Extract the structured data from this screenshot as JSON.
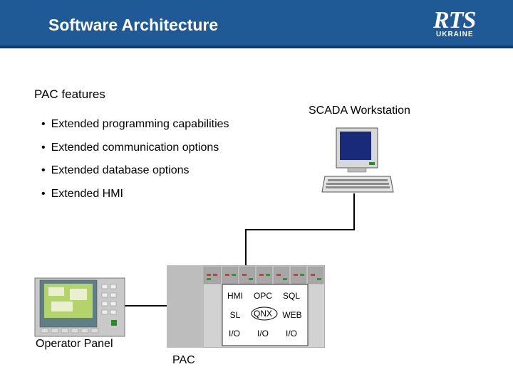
{
  "header": {
    "title": "Software Architecture",
    "logo": {
      "main": "RTS",
      "sub": "UKRAINE",
      "icon": "rts-ukraine-logo"
    }
  },
  "main": {
    "section_title": "PAC features",
    "bullets": [
      "Extended programming capabilities",
      "Extended communication options",
      "Extended database options",
      "Extended HMI"
    ]
  },
  "diagram": {
    "scada_label": "SCADA Workstation",
    "operator_panel_label": "Operator Panel",
    "pac_label": "PAC",
    "pac_modules": [
      [
        "HMI",
        "OPC",
        "SQL"
      ],
      [
        "SL",
        "QNX",
        "WEB"
      ],
      [
        "I/O",
        "I/O",
        "I/O"
      ]
    ],
    "icons": [
      "computer-workstation-icon",
      "operator-panel-icon",
      "pac-controller-icon"
    ],
    "colors": {
      "header": "#1f5a96",
      "screen": "#1a2a7a",
      "wire": "#000000"
    }
  }
}
